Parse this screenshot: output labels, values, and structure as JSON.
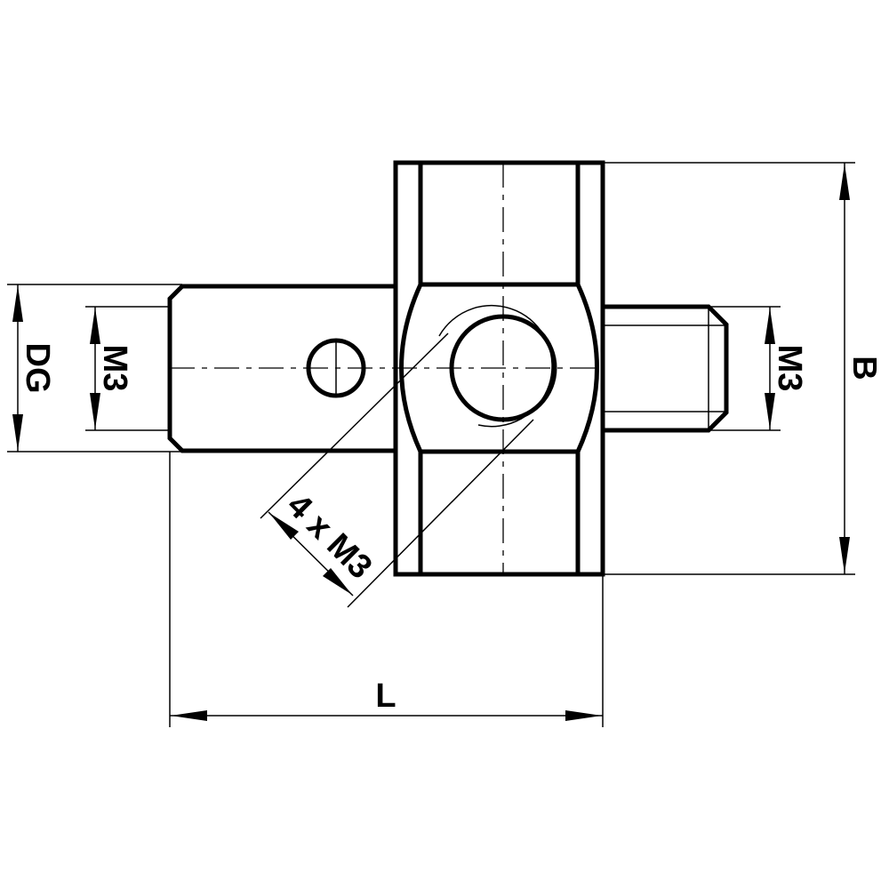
{
  "labels": {
    "dg": "DG",
    "m3_left": "M3",
    "m3_right": "M3",
    "b": "B",
    "l": "L",
    "thread_callout": "4 x M3"
  }
}
